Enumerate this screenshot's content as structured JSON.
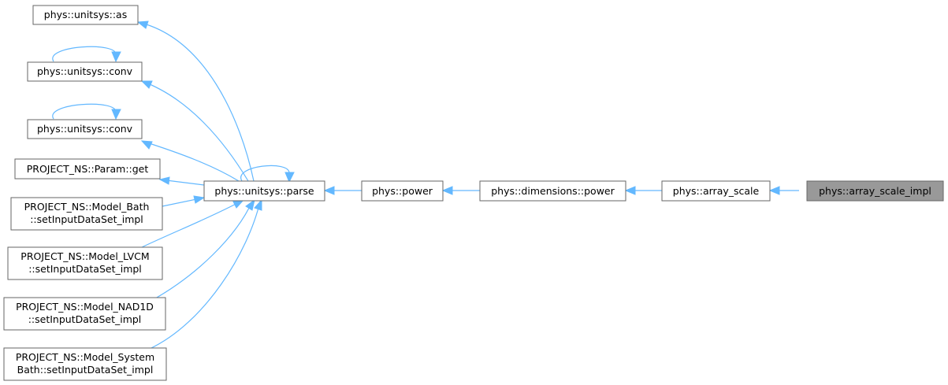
{
  "nodes": {
    "n_as": {
      "lines": [
        "phys::unitsys::as"
      ]
    },
    "n_conv1": {
      "lines": [
        "phys::unitsys::conv"
      ]
    },
    "n_conv2": {
      "lines": [
        "phys::unitsys::conv"
      ]
    },
    "n_get": {
      "lines": [
        "PROJECT_NS::Param::get"
      ]
    },
    "n_bath": {
      "lines": [
        "PROJECT_NS::Model_Bath",
        "::setInputDataSet_impl"
      ]
    },
    "n_lvcm": {
      "lines": [
        "PROJECT_NS::Model_LVCM",
        "::setInputDataSet_impl"
      ]
    },
    "n_nad1d": {
      "lines": [
        "PROJECT_NS::Model_NAD1D",
        "::setInputDataSet_impl"
      ]
    },
    "n_sysbath": {
      "lines": [
        "PROJECT_NS::Model_System",
        "Bath::setInputDataSet_impl"
      ]
    },
    "n_parse": {
      "lines": [
        "phys::unitsys::parse"
      ]
    },
    "n_power": {
      "lines": [
        "phys::power"
      ]
    },
    "n_dimpower": {
      "lines": [
        "phys::dimensions::power"
      ]
    },
    "n_arrscale": {
      "lines": [
        "phys::array_scale"
      ]
    },
    "n_arrscaleimpl": {
      "lines": [
        "phys::array_scale_impl"
      ]
    }
  },
  "colors": {
    "edge": "#63b8ff",
    "node_border": "#666666",
    "current_node_fill": "#999999"
  }
}
